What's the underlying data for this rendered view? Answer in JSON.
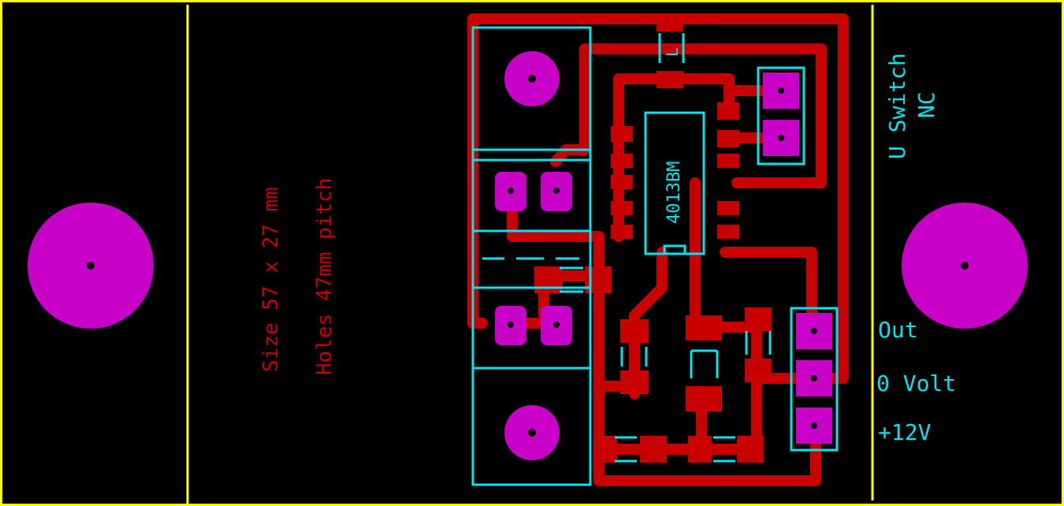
{
  "board": {
    "copper_color": "#c80000",
    "silk_color": "#00e5f0",
    "pad_color": "#c800c8",
    "outline_color": "#ffff00",
    "background_color": "#000000"
  },
  "notes": {
    "size": "Size 57 x 27 mm",
    "holes": "Holes 47mm pitch"
  },
  "chip_label": "4013BM",
  "component_l": "L",
  "switch_label": "U Switch",
  "switch_sub": "NC",
  "connector": {
    "out": "Out",
    "zero_volt": "0 Volt",
    "plus12": "+12V"
  },
  "icons": [
    "mounting-hole-icon",
    "via-pad-icon",
    "smd-pad-icon",
    "dip-ic-icon"
  ]
}
